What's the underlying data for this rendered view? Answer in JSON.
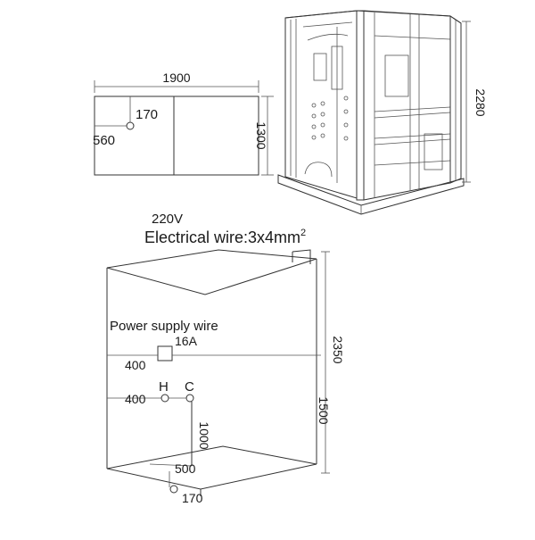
{
  "plan_view": {
    "width_label": "1900",
    "depth_label": "1300",
    "drain_x_label": "170",
    "drain_y_label": "560"
  },
  "cabin_view": {
    "height_label": "2280"
  },
  "wall_diagram": {
    "voltage_label": "220V",
    "electrical_wire_label": "Electrical wire:3x4mm",
    "electrical_wire_superscript": "2",
    "power_supply_label": "Power supply wire",
    "amperage_label": "16A",
    "power_height_label": "400",
    "water_height_label": "400",
    "hot_label": "H",
    "cold_label": "C",
    "pipe_vertical_label": "1000",
    "floor_x_label": "500",
    "floor_y_label": "170",
    "room_height_label": "2350",
    "outlet_height_label": "1500"
  }
}
